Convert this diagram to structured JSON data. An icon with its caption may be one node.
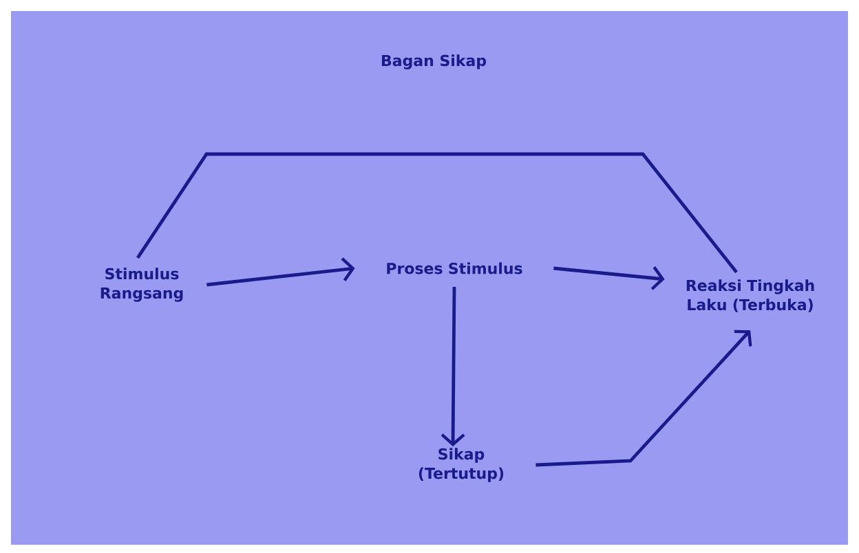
{
  "diagram": {
    "title": "Bagan Sikap",
    "nodes": [
      {
        "text": [
          "Stimulus Rangsang"
        ]
      },
      {
        "text": [
          "Proses Stimulus"
        ]
      },
      {
        "text": [
          "Reaksi Tingkah Laku (Terbuka)"
        ]
      },
      {
        "text": [
          "Sikap (Tertutup)"
        ]
      }
    ],
    "edges": [
      {
        "from": 0,
        "to": 1,
        "arrow": "to"
      },
      {
        "from": 1,
        "to": 2,
        "arrow": "to"
      },
      {
        "from": 1,
        "to": 3,
        "arrow": "to"
      },
      {
        "from": 3,
        "to": 2,
        "arrow": "to"
      },
      {
        "from": 0,
        "to": 2,
        "arrow": "none"
      }
    ]
  }
}
